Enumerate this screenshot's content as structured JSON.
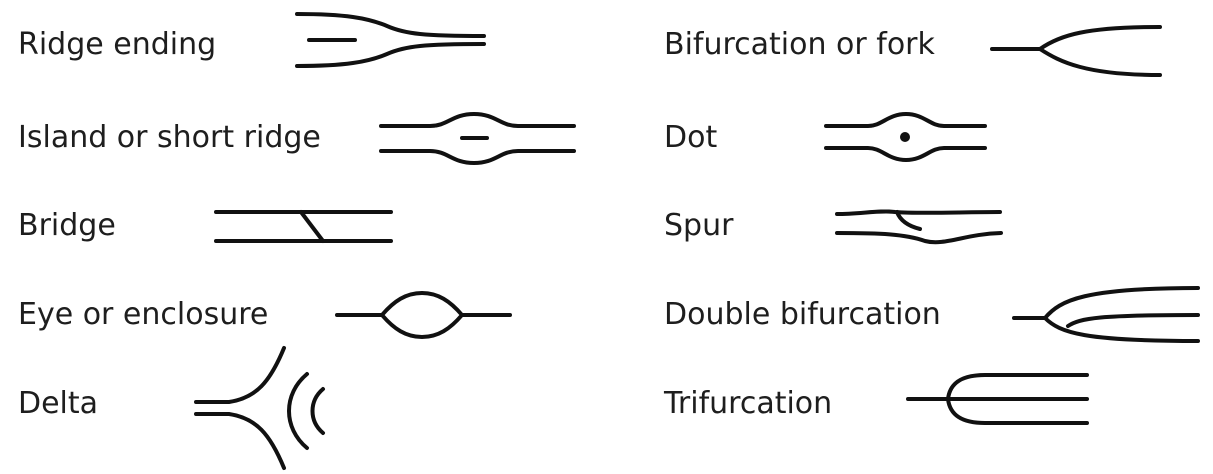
{
  "features": [
    {
      "key": "ridge_ending",
      "label": "Ridge ending"
    },
    {
      "key": "island",
      "label": "Island or short ridge"
    },
    {
      "key": "bridge",
      "label": "Bridge"
    },
    {
      "key": "eye",
      "label": "Eye or enclosure"
    },
    {
      "key": "delta",
      "label": "Delta"
    },
    {
      "key": "bifurcation",
      "label": "Bifurcation or fork"
    },
    {
      "key": "dot",
      "label": "Dot"
    },
    {
      "key": "spur",
      "label": "Spur"
    },
    {
      "key": "double_bifurcation",
      "label": "Double bifurcation"
    },
    {
      "key": "trifurcation",
      "label": "Trifurcation"
    }
  ],
  "colors": {
    "stroke": "#111111",
    "text": "#1e1e1e",
    "background": "#ffffff"
  }
}
